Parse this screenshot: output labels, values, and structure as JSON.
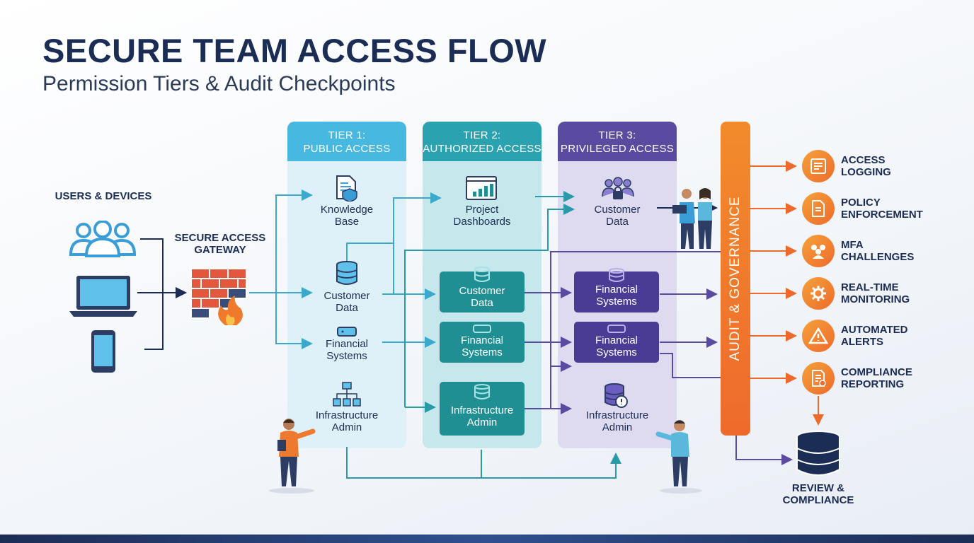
{
  "header": {
    "title": "SECURE TEAM ACCESS FLOW",
    "subtitle": "Permission Tiers & Audit Checkpoints"
  },
  "users": {
    "label": "USERS & DEVICES"
  },
  "gateway": {
    "label": "SECURE ACCESS\nGATEWAY"
  },
  "tiers": [
    {
      "heading": "TIER 1:\nPUBLIC ACCESS",
      "items": [
        "Knowledge\nBase",
        "Customer\nData",
        "Financial\nSystems",
        "Infrastructure\nAdmin"
      ]
    },
    {
      "heading": "TIER 2:\nAUTHORIZED ACCESS",
      "items": [
        "Project\nDashboards",
        "Customer\nData",
        "Financial\nSystems",
        "Infrastructure\nAdmin"
      ]
    },
    {
      "heading": "TIER 3:\nPRIVILEGED ACCESS",
      "items": [
        "Customer\nData",
        "Financial\nSystems",
        "Financial\nSystems",
        "Infrastructure\nAdmin"
      ]
    }
  ],
  "audit": {
    "label": "AUDIT & GOVERNANCE"
  },
  "governance": [
    {
      "label": "ACCESS\nLOGGING",
      "icon": "log-list-icon"
    },
    {
      "label": "POLICY\nENFORCEMENT",
      "icon": "policy-document-icon"
    },
    {
      "label": "MFA\nCHALLENGES",
      "icon": "users-group-icon"
    },
    {
      "label": "REAL-TIME\nMONITORING",
      "icon": "gear-monitor-icon"
    },
    {
      "label": "AUTOMATED\nALERTS",
      "icon": "warning-triangle-icon"
    },
    {
      "label": "COMPLIANCE\nREPORTING",
      "icon": "report-document-icon"
    }
  ],
  "review": {
    "label": "REVIEW &\nCOMPLIANCE"
  },
  "colors": {
    "navy": "#1c2d55",
    "tier1": "#47b8e0",
    "tier2": "#2aa2b0",
    "tier3": "#5a4aa0",
    "audit": "#ee6a2c"
  }
}
